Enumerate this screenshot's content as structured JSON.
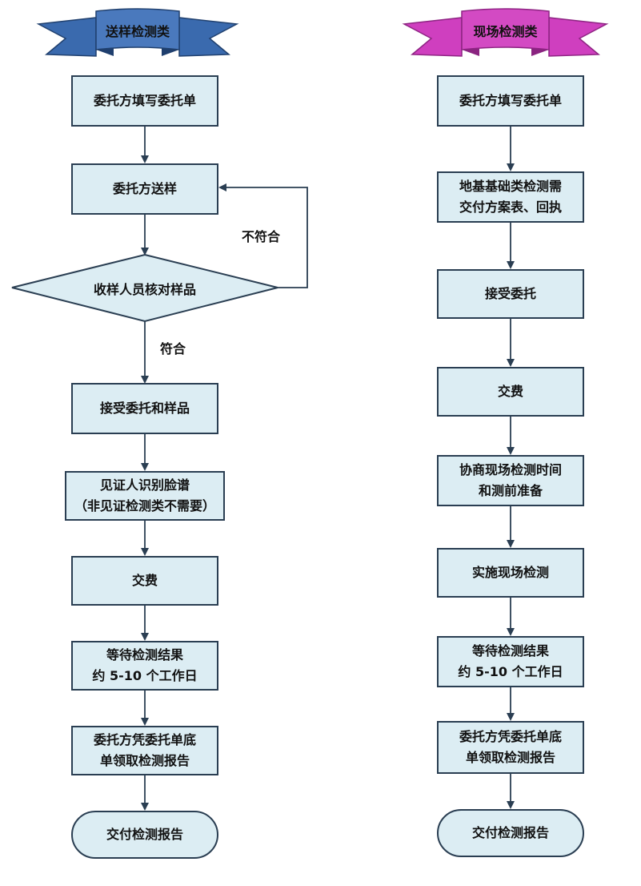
{
  "colors": {
    "box_fill": "#dcedf3",
    "box_border": "#2a3e52",
    "arrow": "#2a3e52",
    "left_banner": "#3a6aae",
    "right_banner": "#cf3fbf"
  },
  "left": {
    "title": "送样检测类",
    "steps": [
      {
        "lines": [
          "委托方填写委托单"
        ]
      },
      {
        "lines": [
          "委托方送样"
        ]
      },
      {
        "lines": [
          "收样人员核对样品"
        ]
      },
      {
        "lines": [
          "接受委托和样品"
        ]
      },
      {
        "lines": [
          "见证人识别脸谱",
          "（非见证检测类不需要）"
        ]
      },
      {
        "lines": [
          "交费"
        ]
      },
      {
        "lines": [
          "等待检测结果",
          "约 5-10 个工作日"
        ]
      },
      {
        "lines": [
          "委托方凭委托单底",
          "单领取检测报告"
        ]
      },
      {
        "lines": [
          "交付检测报告"
        ]
      }
    ],
    "label_fail": "不符合",
    "label_pass": "符合"
  },
  "right": {
    "title": "现场检测类",
    "steps": [
      {
        "lines": [
          "委托方填写委托单"
        ]
      },
      {
        "lines": [
          "地基基础类检测需",
          "交付方案表、回执"
        ]
      },
      {
        "lines": [
          "接受委托"
        ]
      },
      {
        "lines": [
          "交费"
        ]
      },
      {
        "lines": [
          "协商现场检测时间",
          "和测前准备"
        ]
      },
      {
        "lines": [
          "实施现场检测"
        ]
      },
      {
        "lines": [
          "等待检测结果",
          "约 5-10 个工作日"
        ]
      },
      {
        "lines": [
          "委托方凭委托单底",
          "单领取检测报告"
        ]
      },
      {
        "lines": [
          "交付检测报告"
        ]
      }
    ]
  }
}
